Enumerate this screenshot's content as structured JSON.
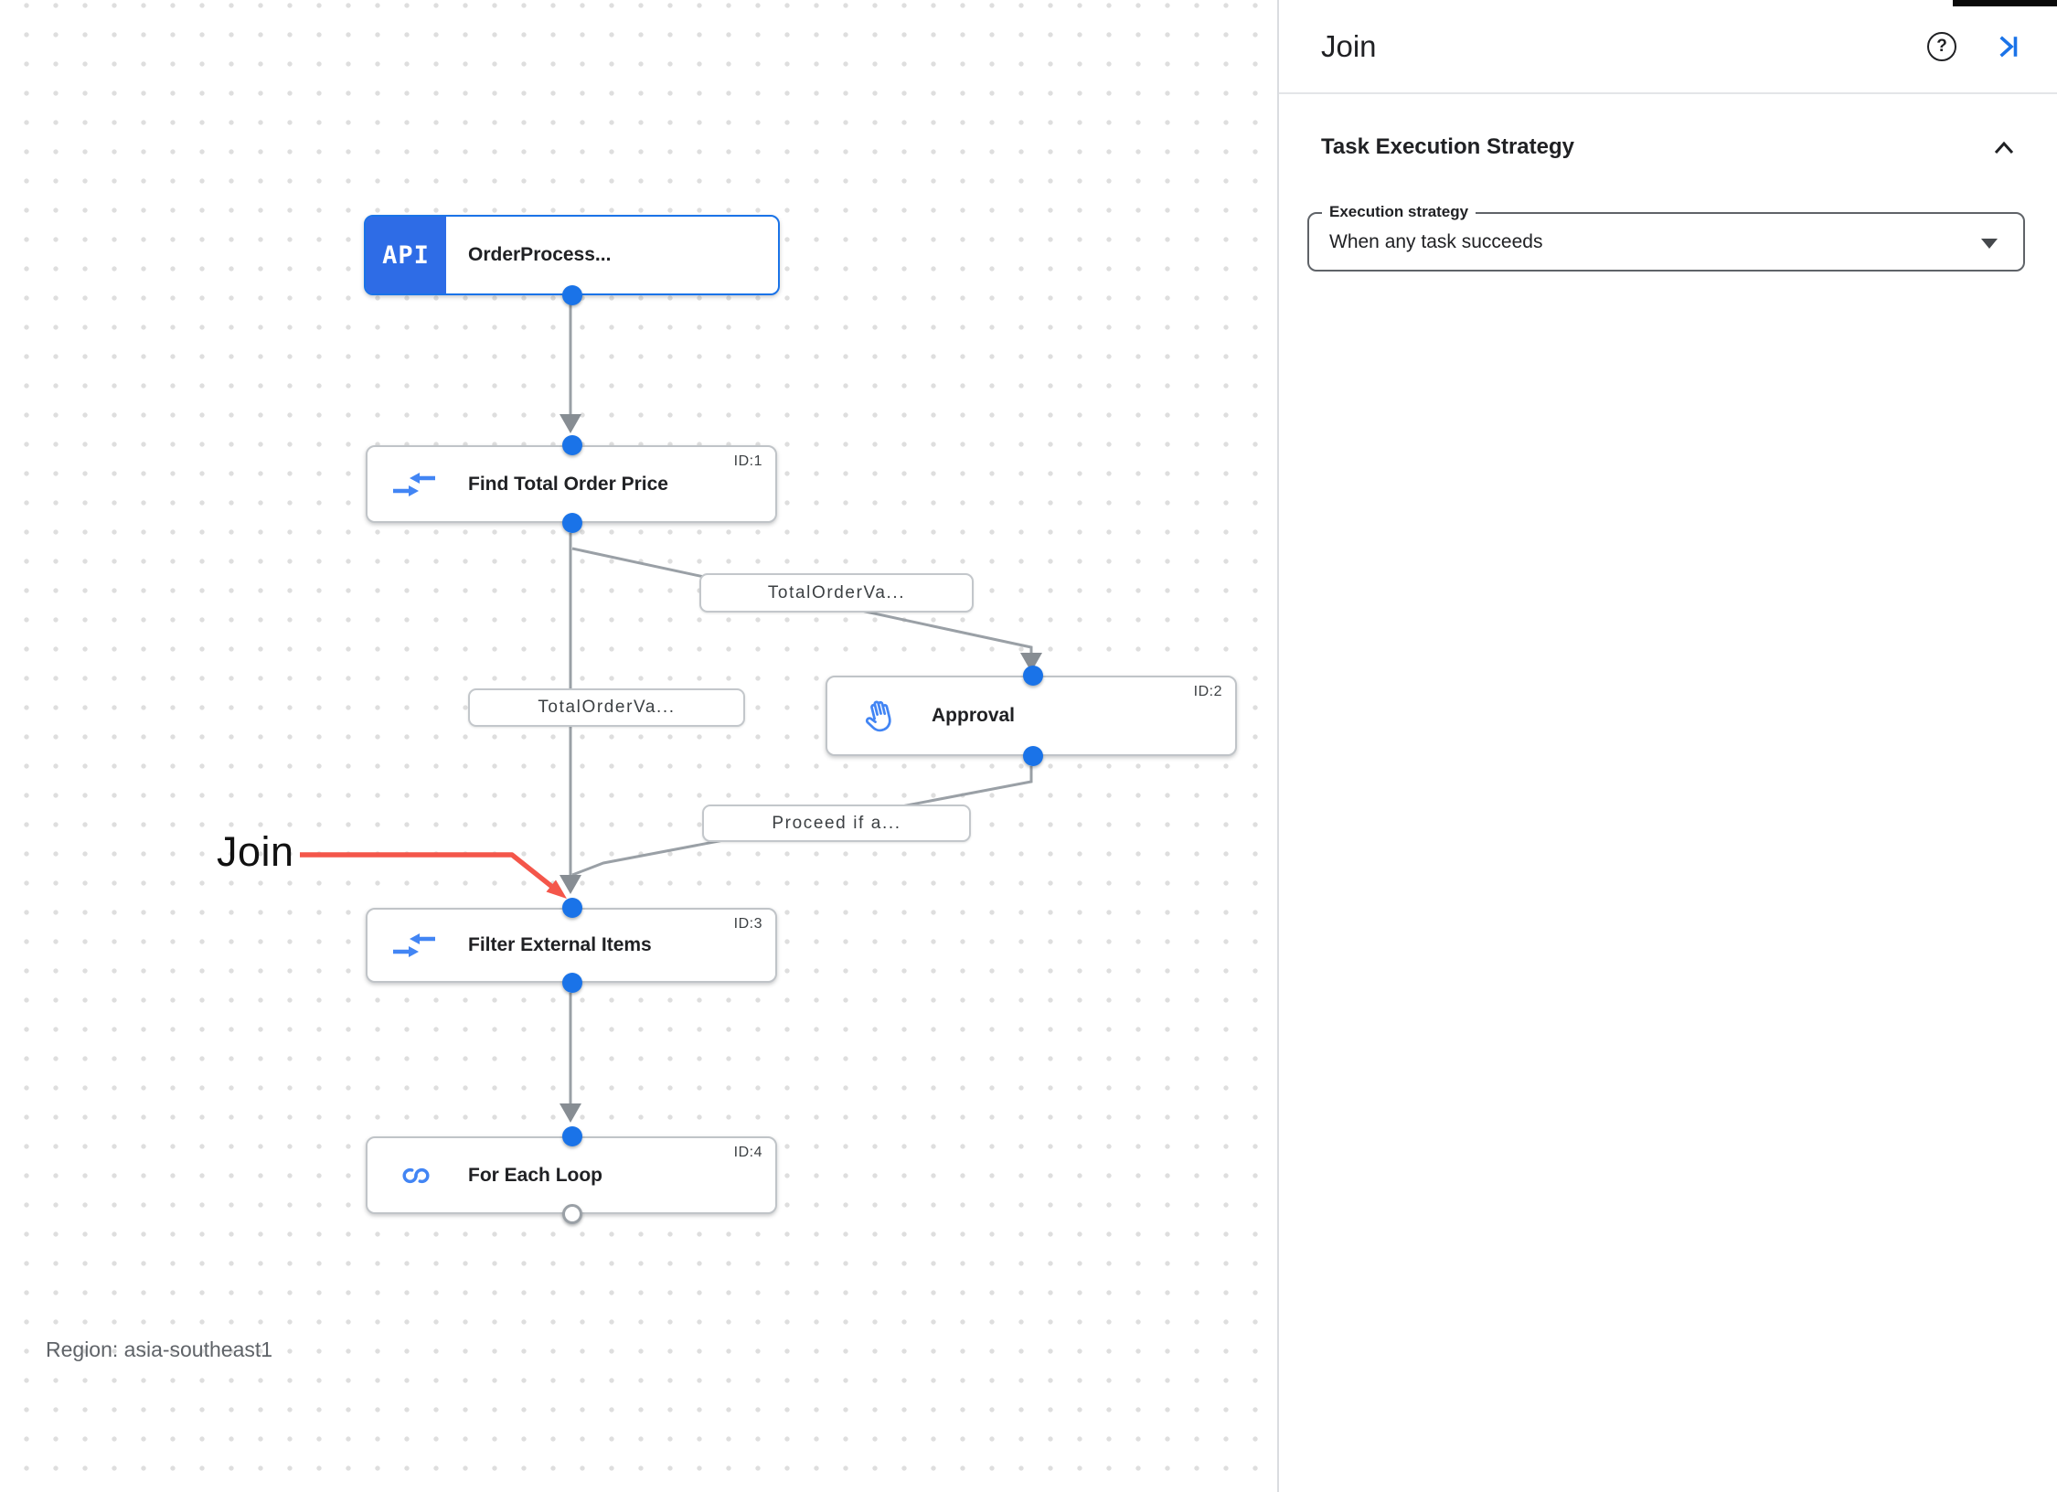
{
  "canvas": {
    "api_badge": "API",
    "nodes": [
      {
        "title": "OrderProcess...",
        "id_label": "",
        "icon": "api-trigger"
      },
      {
        "title": "Find Total Order Price",
        "id_label": "ID:1",
        "icon": "data-mapping"
      },
      {
        "title": "Approval",
        "id_label": "ID:2",
        "icon": "hand"
      },
      {
        "title": "Filter External Items",
        "id_label": "ID:3",
        "icon": "data-mapping"
      },
      {
        "title": "For Each Loop",
        "id_label": "ID:4",
        "icon": "loop"
      }
    ],
    "edge_labels": [
      "TotalOrderVa...",
      "TotalOrderVa...",
      "Proceed if a..."
    ],
    "annotation_label": "Join",
    "region_label": "Region: asia-southeast1"
  },
  "panel": {
    "title": "Join",
    "help_glyph": "?",
    "section_title": "Task Execution Strategy",
    "field": {
      "label": "Execution strategy",
      "value": "When any task succeeds"
    }
  },
  "colors": {
    "accent_blue": "#1a73e8",
    "icon_blue": "#4285f4",
    "badge_blue": "#2e6ce6",
    "edge_gray": "#9aa0a6",
    "annotation_red": "#f4564a"
  }
}
